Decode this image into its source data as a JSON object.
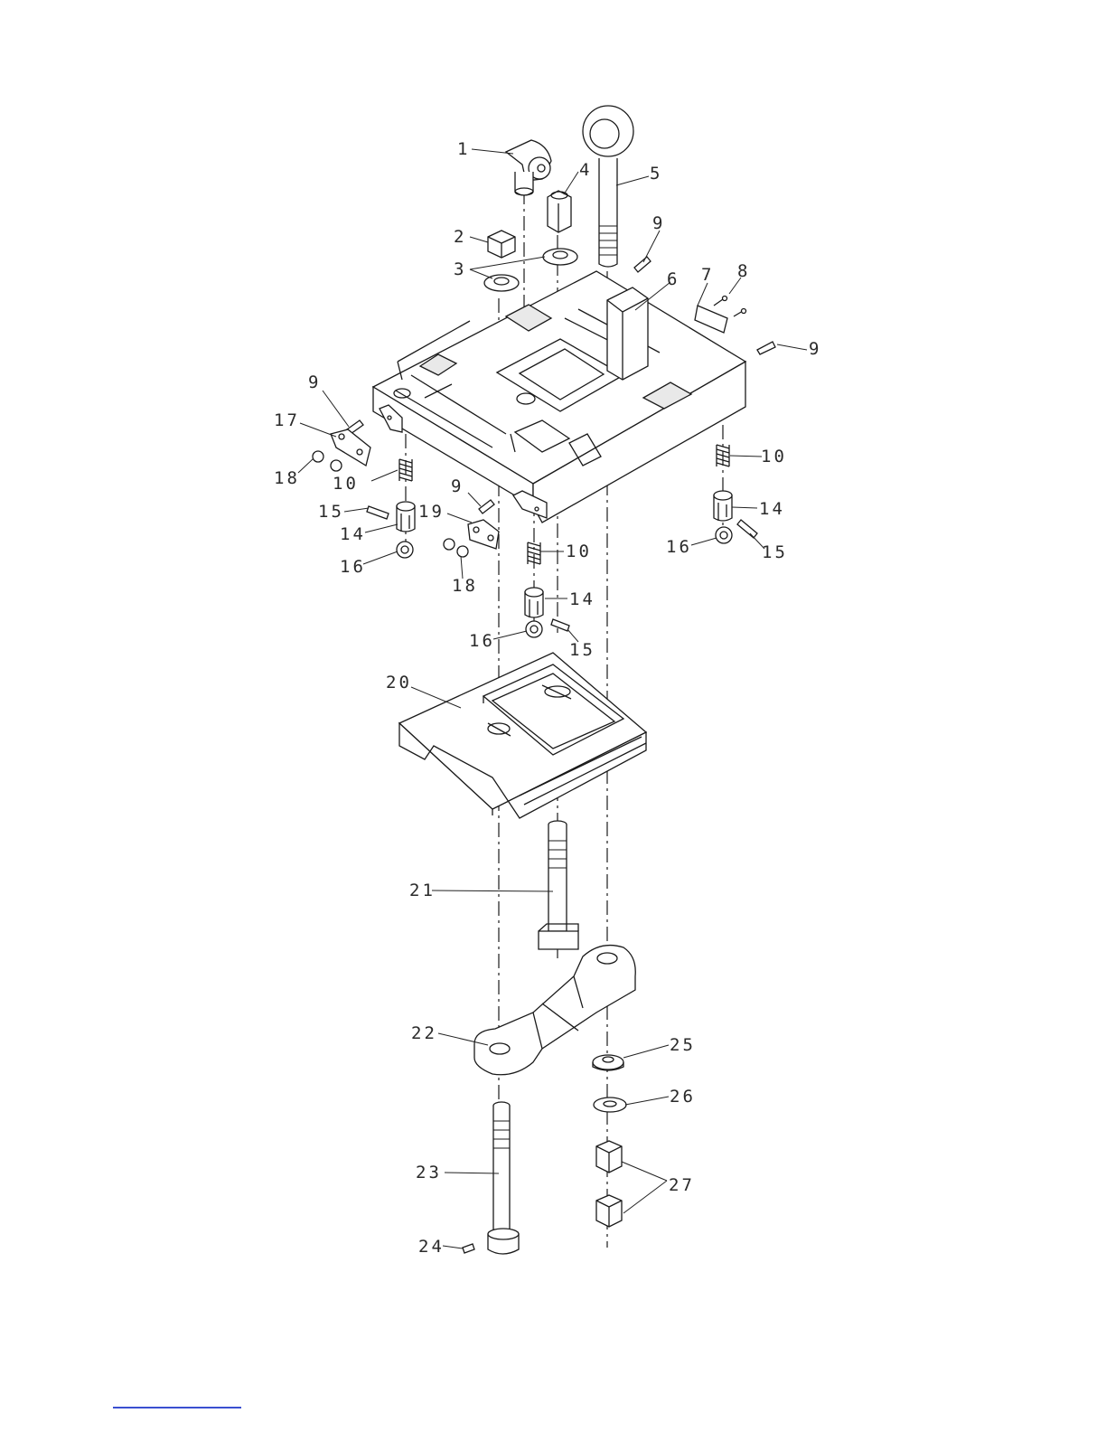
{
  "diagram": {
    "callouts": [
      "1",
      "2",
      "3",
      "4",
      "5",
      "6",
      "7",
      "8",
      "9",
      "10",
      "14",
      "15",
      "16",
      "17",
      "18",
      "19",
      "20",
      "21",
      "22",
      "23",
      "24",
      "25",
      "26",
      "27"
    ]
  },
  "colors": {
    "ink": "#1a1a1a",
    "link": "#3a4fd0"
  }
}
